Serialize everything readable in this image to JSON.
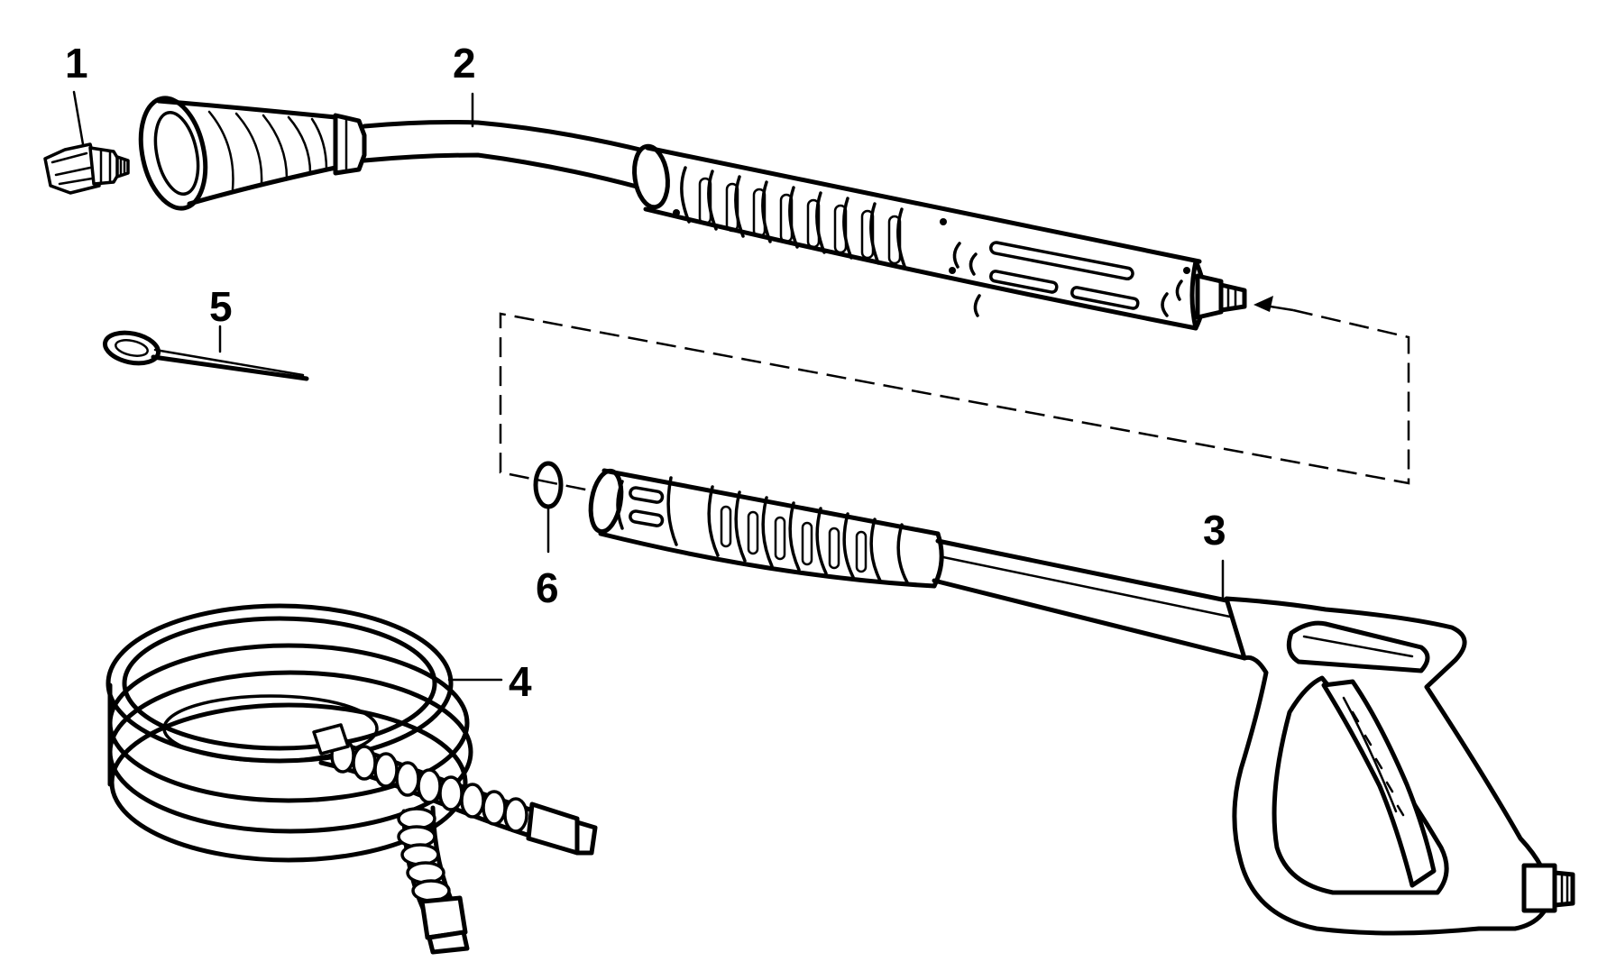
{
  "parts": [
    {
      "id": "nozzle",
      "number": "1"
    },
    {
      "id": "spray-wand",
      "number": "2"
    },
    {
      "id": "trigger-gun",
      "number": "3"
    },
    {
      "id": "high-pressure-hose",
      "number": "4"
    },
    {
      "id": "cleaning-pin",
      "number": "5"
    },
    {
      "id": "o-ring",
      "number": "6"
    }
  ]
}
